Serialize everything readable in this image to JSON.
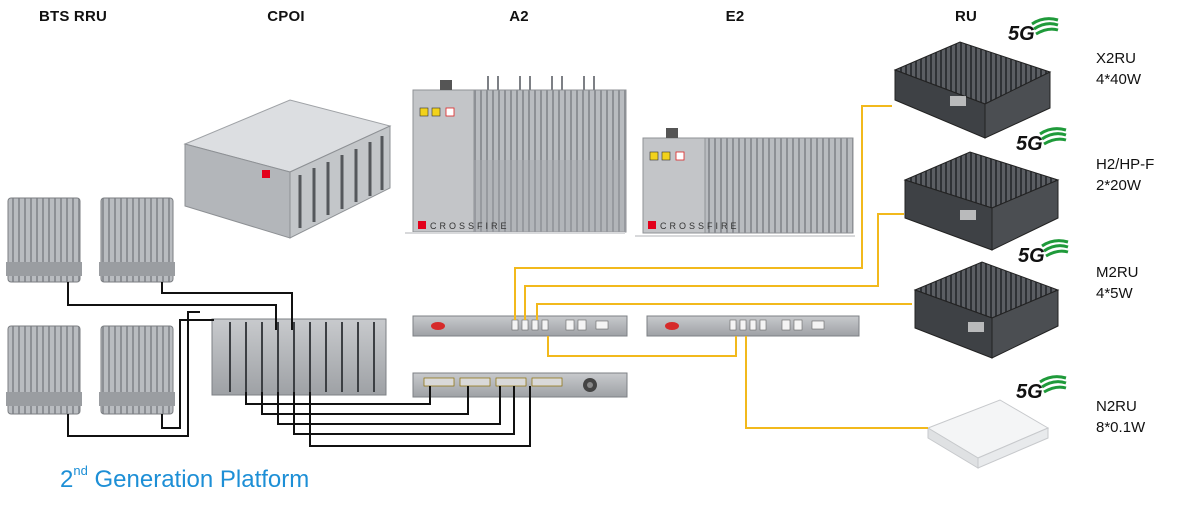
{
  "headers": {
    "bts_rru": "BTS RRU",
    "cpoi": "CPOI",
    "a2": "A2",
    "e2": "E2",
    "ru": "RU"
  },
  "brand": {
    "logo_text": "CROSSFIRE",
    "accent_color": "#e3001b"
  },
  "ru_units": [
    {
      "name": "X2RU",
      "spec": "4*40W",
      "badge": "5G"
    },
    {
      "name": "H2/HP-F",
      "spec": "2*20W",
      "badge": "5G"
    },
    {
      "name": "M2RU",
      "spec": "4*5W",
      "badge": "5G"
    },
    {
      "name": "N2RU",
      "spec": "8*0.1W",
      "badge": "5G"
    }
  ],
  "footer": {
    "prefix": "2",
    "superscript": "nd",
    "rest": " Generation Platform",
    "color": "#1d8fd6"
  },
  "colors": {
    "fiber": "#f2b91c",
    "cable": "#111111",
    "chassis": "#8f9296",
    "fiveg_green": "#1f9a3a"
  }
}
